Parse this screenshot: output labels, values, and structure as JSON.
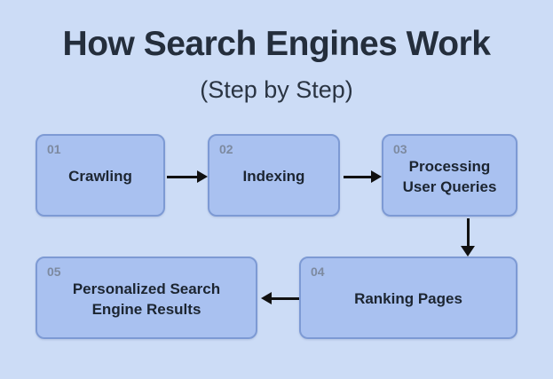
{
  "header": {
    "title": "How Search Engines Work",
    "subtitle": "(Step by Step)"
  },
  "steps": [
    {
      "number": "01",
      "label": "Crawling"
    },
    {
      "number": "02",
      "label": "Indexing"
    },
    {
      "number": "03",
      "label": "Processing User Queries"
    },
    {
      "number": "04",
      "label": "Ranking Pages"
    },
    {
      "number": "05",
      "label": "Personalized Search Engine Results"
    }
  ],
  "arrows": [
    {
      "from": "01",
      "to": "02",
      "direction": "right"
    },
    {
      "from": "02",
      "to": "03",
      "direction": "right"
    },
    {
      "from": "03",
      "to": "04",
      "direction": "down"
    },
    {
      "from": "04",
      "to": "05",
      "direction": "left"
    }
  ],
  "colors": {
    "background": "#CCDCF6",
    "box_fill": "#A9C1F0",
    "box_border": "#7D9AD4",
    "step_number": "#7D8AA0",
    "heading_text": "#242E3C",
    "box_text": "#1C2531",
    "arrow": "#111111"
  }
}
